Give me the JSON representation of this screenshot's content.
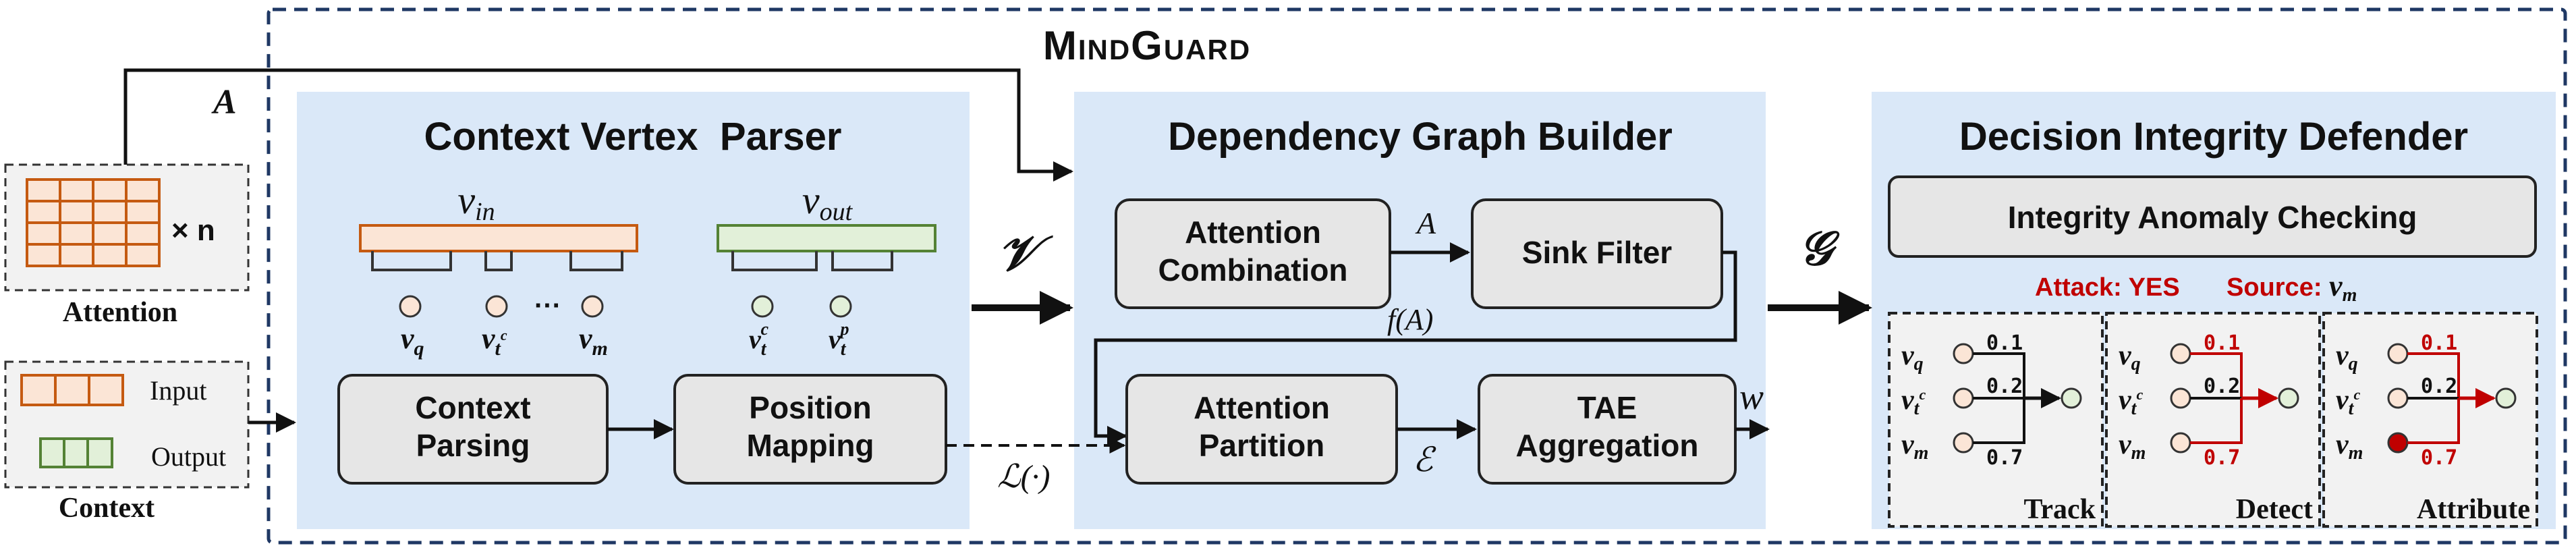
{
  "framework_title": "MindGuard",
  "inputs": {
    "attention_caption": "Attention",
    "repeat_label": "× n",
    "attention_symbol": "A",
    "context_caption": "Context",
    "legend_input": "Input",
    "legend_output": "Output"
  },
  "parser": {
    "title": "Context Vertex  Parser",
    "v_in": "v",
    "v_in_sub": "in",
    "v_out": "v",
    "v_out_sub": "out",
    "vertex_q": "v",
    "vertex_q_sub": "q",
    "vertex_tc": "v",
    "vertex_tc_sub": "t",
    "vertex_tc_sup": "c",
    "ellipsis": "···",
    "vertex_m": "v",
    "vertex_m_sub": "m",
    "vertex_out_c": "v",
    "vertex_out_c_sub": "t",
    "vertex_out_c_sup": "c",
    "vertex_out_p": "v",
    "vertex_out_p_sub": "t",
    "vertex_out_p_sup": "p",
    "context_parsing": [
      "Context",
      "Parsing"
    ],
    "position_mapping": [
      "Position",
      "Mapping"
    ]
  },
  "edges": {
    "vertex_set": "𝒱",
    "loss": "ℒ(·)",
    "graph": "𝒢",
    "attention_A": "A",
    "f_of_A": "f(A)",
    "edge_set": "ℰ",
    "weight": "w"
  },
  "builder": {
    "title": "Dependency Graph Builder",
    "attention_combination": [
      "Attention",
      "Combination"
    ],
    "sink_filter": "Sink Filter",
    "attention_partition": [
      "Attention",
      "Partition"
    ],
    "tae_aggregation": [
      "TAE",
      "Aggregation"
    ]
  },
  "defender": {
    "title": "Decision Integrity Defender",
    "anomaly_checking": "Integrity Anomaly Checking",
    "attack_label": "Attack: YES",
    "source_label": "Source: ",
    "source_v": "v",
    "source_v_sub": "m",
    "panels": [
      {
        "label": "Track",
        "weights": [
          "0.1",
          "0.2",
          "0.7"
        ],
        "nodes": [
          {
            "v": "v",
            "sub": "q",
            "sup": ""
          },
          {
            "v": "v",
            "sub": "t",
            "sup": "c"
          },
          {
            "v": "v",
            "sub": "m",
            "sup": ""
          }
        ]
      },
      {
        "label": "Detect",
        "weights": [
          "0.1",
          "0.2",
          "0.7"
        ],
        "nodes": [
          {
            "v": "v",
            "sub": "q",
            "sup": ""
          },
          {
            "v": "v",
            "sub": "t",
            "sup": "c"
          },
          {
            "v": "v",
            "sub": "m",
            "sup": ""
          }
        ]
      },
      {
        "label": "Attribute",
        "weights": [
          "0.1",
          "0.2",
          "0.7"
        ],
        "nodes": [
          {
            "v": "v",
            "sub": "q",
            "sup": ""
          },
          {
            "v": "v",
            "sub": "t",
            "sup": "c"
          },
          {
            "v": "v",
            "sub": "m",
            "sup": ""
          }
        ]
      }
    ]
  },
  "colors": {
    "panel_bg": "#dae8f8",
    "box_bg": "#e6e6e6",
    "input_token": "#fbe5d6",
    "output_token": "#e2f0d9",
    "node_fill": "#fbe5d6",
    "output_node_fill": "#e2f0d9",
    "alert_red": "#c00000",
    "frame": "#1f3864"
  }
}
